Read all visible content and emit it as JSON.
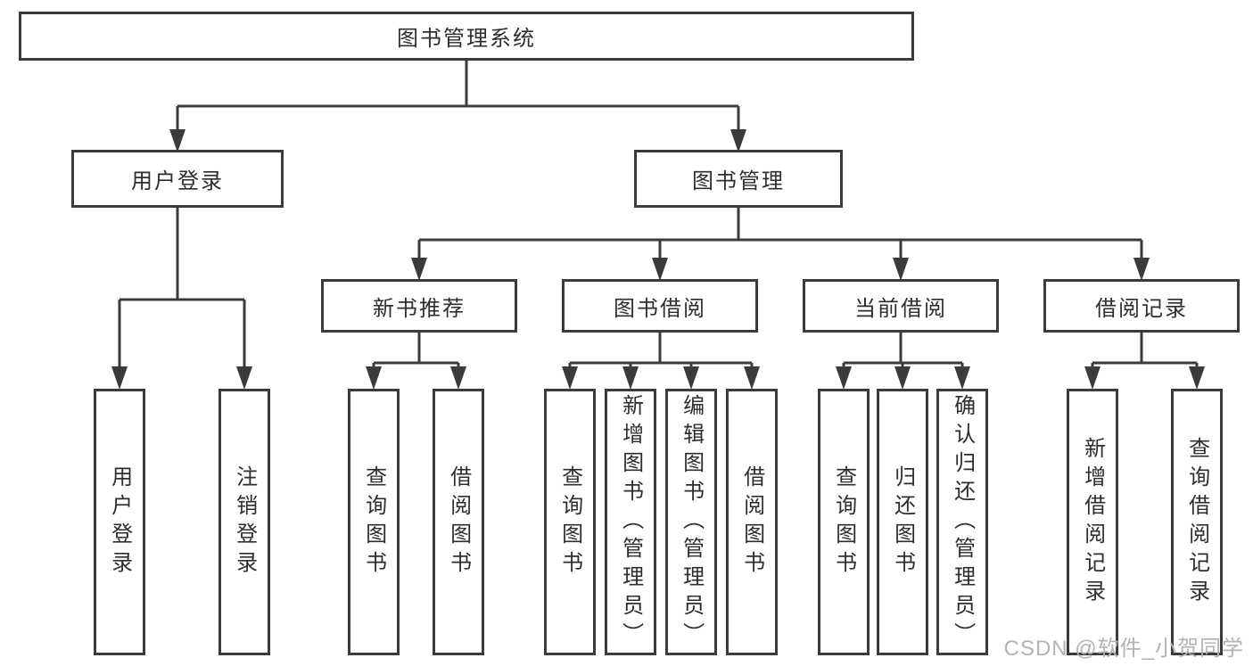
{
  "diagram": {
    "root": "图书管理系统",
    "level2": {
      "login": "用户登录",
      "management": "图书管理"
    },
    "modules": [
      "新书推荐",
      "图书借阅",
      "当前借阅",
      "借阅记录"
    ],
    "leaves": {
      "login": [
        "用户登录",
        "注销登录"
      ],
      "recommend": [
        "查询图书",
        "借阅图书"
      ],
      "borrow": [
        "查询图书",
        "新增图书（管理员）",
        "编辑图书（管理员）",
        "借阅图书"
      ],
      "current": [
        "查询图书",
        "归还图书",
        "确认归还（管理员）"
      ],
      "records": [
        "新增借阅记录",
        "查询借阅记录"
      ]
    }
  },
  "watermark": "CSDN @软件_小贺同学",
  "colors": {
    "line": "#3b3b3b",
    "text": "#2e2e2e",
    "watermark": "#b3b3b3",
    "background": "#ffffff"
  }
}
